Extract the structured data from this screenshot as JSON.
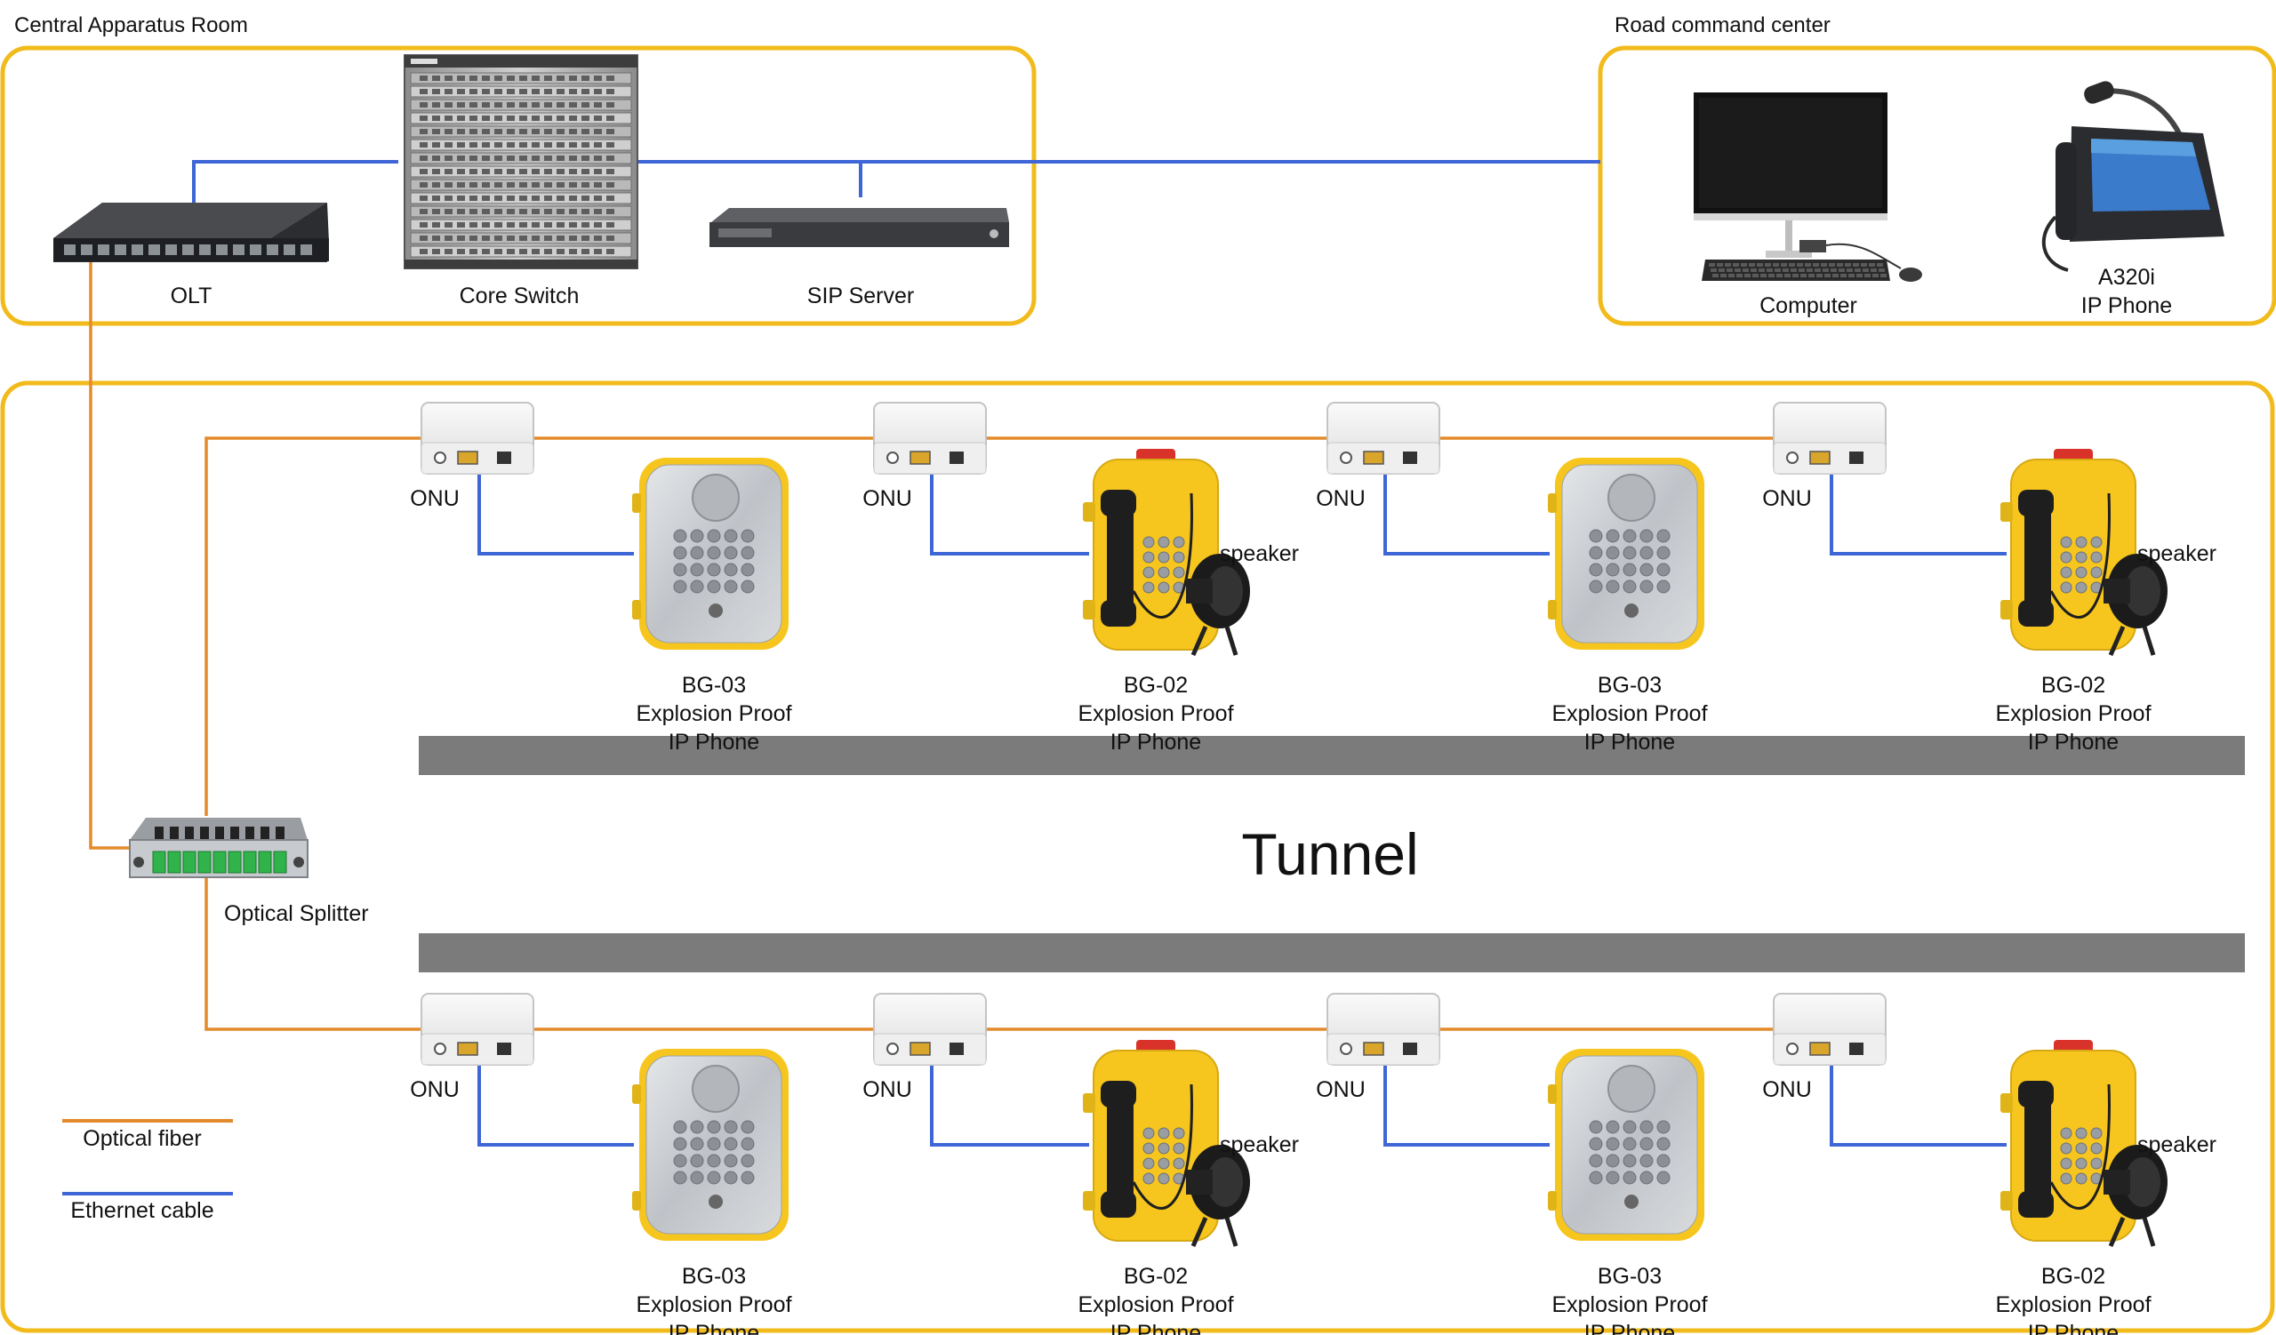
{
  "colors": {
    "region_border": "#F2BB1C",
    "fiber": "#E38B2C",
    "ethernet": "#3E66D6",
    "tunnel_wall": "#7B7B7B",
    "phone_yellow": "#F6C61E",
    "phone_silver": "#C9CCD0",
    "beacon_red": "#D8322A"
  },
  "regions": {
    "central": {
      "title": "Central Apparatus Room"
    },
    "command": {
      "title": "Road command center"
    }
  },
  "devices": {
    "olt": {
      "label": "OLT",
      "icon": "olt-icon"
    },
    "core_switch": {
      "label": "Core Switch",
      "icon": "core-switch-icon"
    },
    "sip_server": {
      "label": "SIP Server",
      "icon": "sip-server-icon"
    },
    "computer": {
      "label": "Computer",
      "icon": "computer-icon"
    },
    "ip_phone": {
      "model": "A320i",
      "label": "IP Phone",
      "icon": "desk-phone-icon"
    },
    "splitter": {
      "label": "Optical Splitter",
      "icon": "splitter-icon"
    }
  },
  "tunnel": {
    "label": "Tunnel"
  },
  "onu_label": "ONU",
  "speaker_label": "speaker",
  "top_row": [
    {
      "model": "BG-03",
      "line1": "Explosion Proof",
      "line2": "IP Phone",
      "type": "silver"
    },
    {
      "model": "BG-02",
      "line1": "Explosion Proof",
      "line2": "IP Phone",
      "type": "yellow"
    },
    {
      "model": "BG-03",
      "line1": "Explosion Proof",
      "line2": "IP Phone",
      "type": "silver"
    },
    {
      "model": "BG-02",
      "line1": "Explosion Proof",
      "line2": "IP Phone",
      "type": "yellow"
    }
  ],
  "bottom_row": [
    {
      "model": "BG-03",
      "line1": "Explosion Proof",
      "line2": "IP Phone",
      "type": "silver"
    },
    {
      "model": "BG-02",
      "line1": "Explosion Proof",
      "line2": "IP Phone",
      "type": "yellow"
    },
    {
      "model": "BG-03",
      "line1": "Explosion Proof",
      "line2": "IP Phone",
      "type": "silver"
    },
    {
      "model": "BG-02",
      "line1": "Explosion Proof",
      "line2": "IP Phone",
      "type": "yellow"
    }
  ],
  "legend": {
    "fiber_label": "Optical fiber",
    "ethernet_label": "Ethernet cable"
  }
}
